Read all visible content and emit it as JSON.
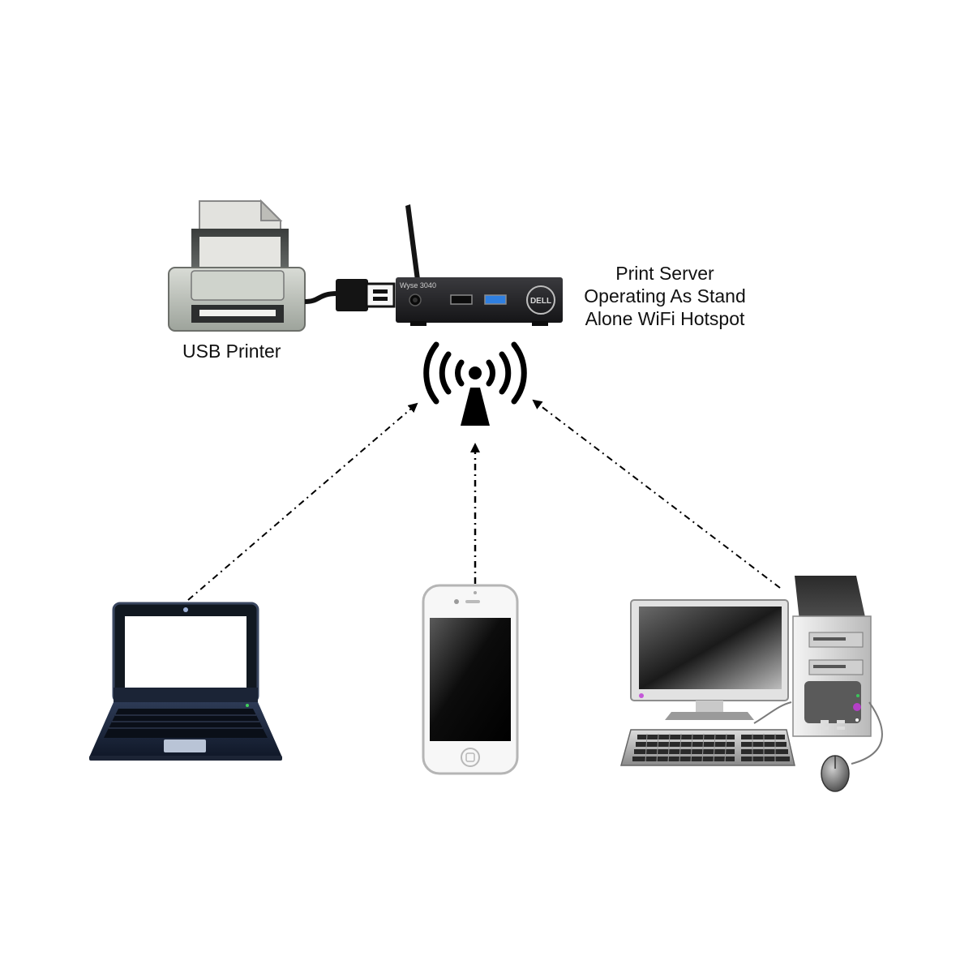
{
  "labels": {
    "printer": "USB Printer",
    "server_line1": "Print Server",
    "server_line2": "Operating As Stand",
    "server_line3": "Alone WiFi Hotspot"
  },
  "device_markings": {
    "server_model": "Wyse 3040",
    "server_brand": "DELL"
  },
  "icons": {
    "printer": "printer-icon",
    "usb_plug": "usb-plug-icon",
    "server": "thin-client-icon",
    "antenna": "antenna-icon",
    "wifi": "wifi-broadcast-icon",
    "laptop": "laptop-icon",
    "phone": "smartphone-icon",
    "desktop": "desktop-computer-icon",
    "mouse": "mouse-icon"
  },
  "connections": [
    {
      "from": "laptop",
      "to": "wifi-hotspot",
      "style": "dash-dot-arrow"
    },
    {
      "from": "phone",
      "to": "wifi-hotspot",
      "style": "dash-dot-arrow"
    },
    {
      "from": "desktop",
      "to": "wifi-hotspot",
      "style": "dash-dot-arrow"
    }
  ],
  "colors": {
    "background": "#ffffff",
    "text": "#111111",
    "device_dark": "#1e1e20",
    "usb3_blue": "#2f7fe0"
  }
}
